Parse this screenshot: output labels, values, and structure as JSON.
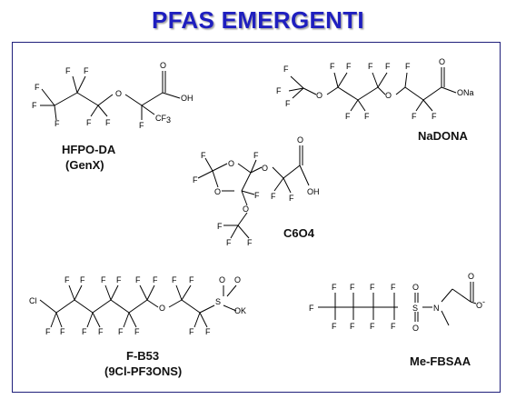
{
  "title": "PFAS EMERGENTI",
  "compounds": [
    {
      "name": "HFPO-DA",
      "alias": "(GenX)"
    },
    {
      "name": "NaDONA"
    },
    {
      "name": "C6O4"
    },
    {
      "name": "F-B53",
      "alias": "(9Cl-PF3ONS)"
    },
    {
      "name": "Me-FBSAA"
    }
  ]
}
